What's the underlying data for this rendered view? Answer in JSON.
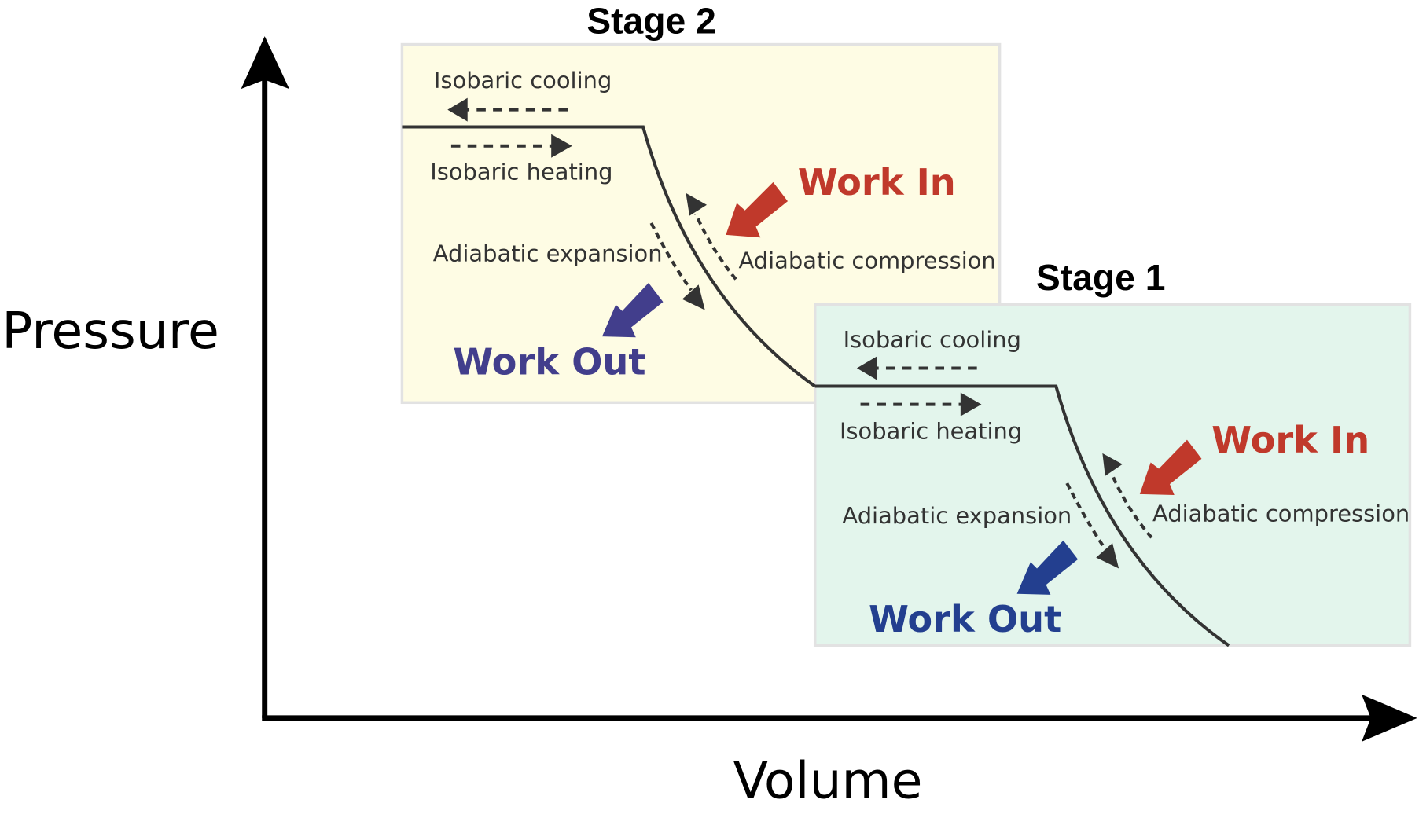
{
  "axes": {
    "x_label": "Volume",
    "y_label": "Pressure"
  },
  "colors": {
    "stage2_bg": "#fefce4",
    "stage1_bg": "#e3f5ec",
    "box_border": "#e2e2e2",
    "work_in": "#c0392b",
    "work_out_stage2": "#423e8c",
    "work_out_stage1": "#233f8f",
    "line": "#333333"
  },
  "stages": [
    {
      "id": "stage2",
      "title": "Stage 2",
      "isobaric_cooling": "Isobaric cooling",
      "isobaric_heating": "Isobaric heating",
      "adiabatic_expansion": "Adiabatic expansion",
      "adiabatic_compression": "Adiabatic compression",
      "work_in": "Work In",
      "work_out": "Work Out"
    },
    {
      "id": "stage1",
      "title": "Stage 1",
      "isobaric_cooling": "Isobaric cooling",
      "isobaric_heating": "Isobaric heating",
      "adiabatic_expansion": "Adiabatic expansion",
      "adiabatic_compression": "Adiabatic compression",
      "work_in": "Work In",
      "work_out": "Work Out"
    }
  ]
}
